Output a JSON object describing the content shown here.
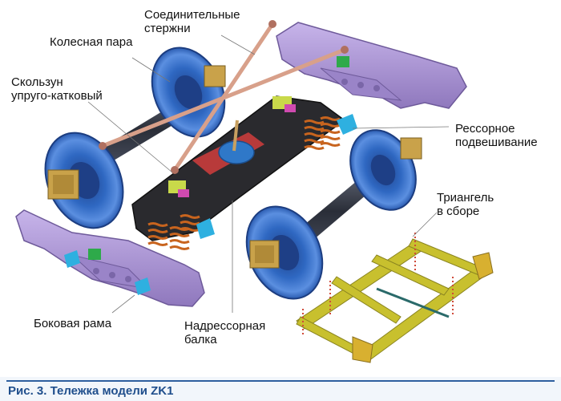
{
  "labels": {
    "rods": "Соединительные\nстержни",
    "wheelset": "Колесная пара",
    "side_bearing": "Скользун\nупруго-катковый",
    "spring_suspension": "Рессорное\nподвешивание",
    "triangle": "Триангель\nв сборе",
    "side_frame": "Боковая рама",
    "bolster": "Надрессорная\nбалка"
  },
  "caption": "Рис. 3. Тележка модели ZK1",
  "colors": {
    "side_frame": "#a78fd0",
    "wheel": "#2f68c2",
    "axle": "#3a3f4c",
    "bolster": "#2a2a2e",
    "spring": "#c8641e",
    "triangle": "#c8c02e",
    "rod": "#d8a08a",
    "caption": "#1f4e8c"
  }
}
